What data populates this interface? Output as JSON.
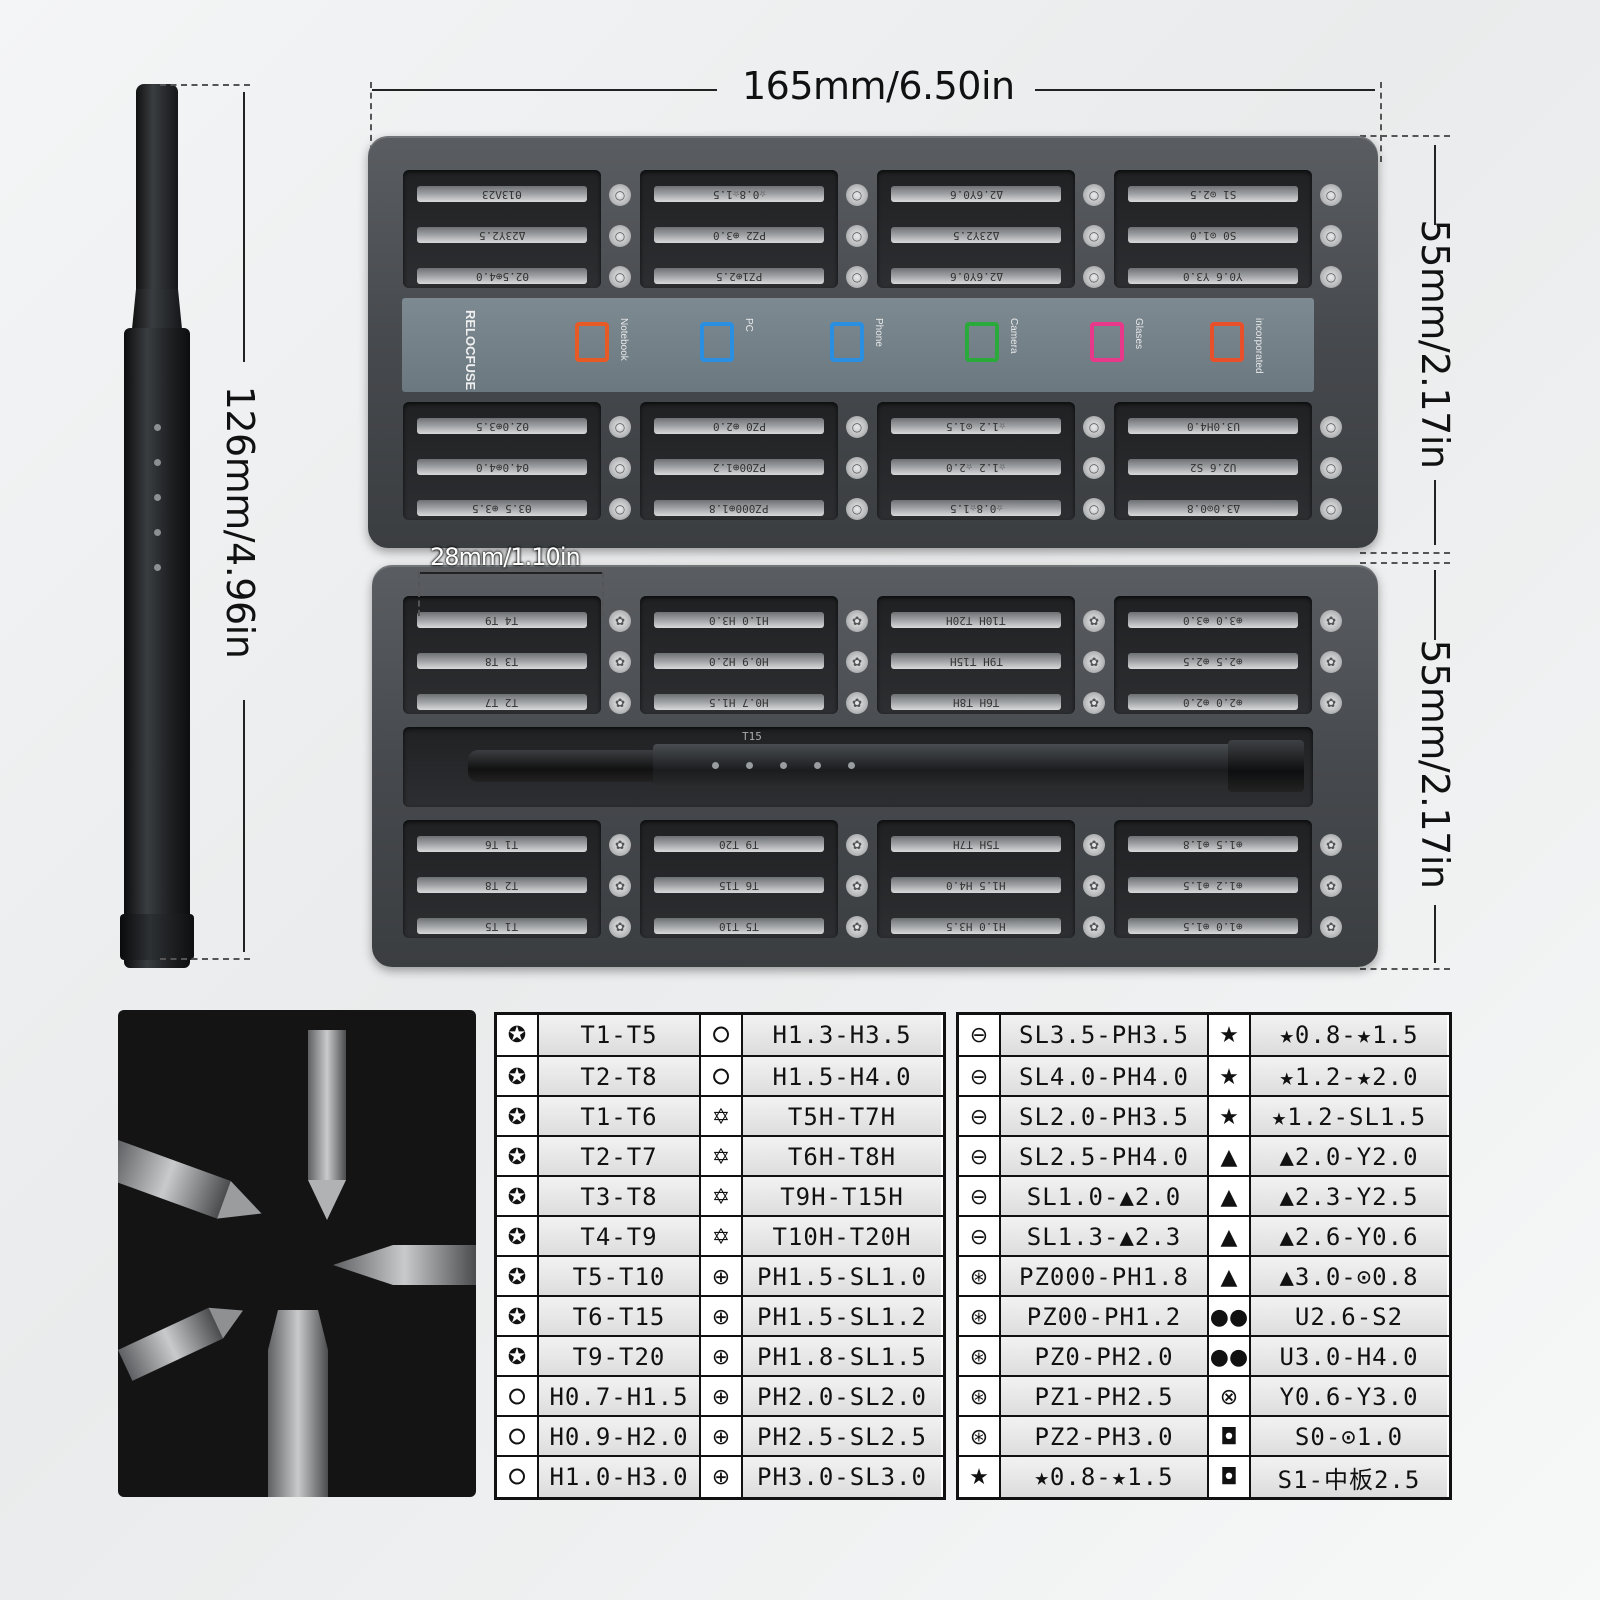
{
  "dimensions": {
    "width_label": "165mm/6.50in",
    "height_top_label": "55mm/2.17in",
    "height_bottom_label": "55mm/2.17in",
    "handle_label": "126mm/4.96in",
    "bit_length_label": "28mm/1.10in"
  },
  "case": {
    "brand_text": "RELOCFUSE",
    "device_labels": [
      "Notebook",
      "PC",
      "Phone",
      "Camera",
      "Glases",
      "incorporated"
    ],
    "device_colors": [
      "#e85a25",
      "#2a8fe0",
      "#2a8fe0",
      "#2aaa3a",
      "#e8388a",
      "#e8502a"
    ],
    "handle_bit_text": "T15",
    "top_upper_bits": [
      [
        "Θ13Λ23",
        "Δ23Y2.5",
        "Θ2.5⊕4.0"
      ],
      [
        "☆0.8☆1.5",
        "PZ2 ⊕3.0",
        "PZ1⊕2.5"
      ],
      [
        "Δ2.6Y0.6",
        "Δ23Y2.5",
        "Δ2.6Y0.6"
      ],
      [
        "S1 ⊙2.5",
        "S0 ⊙1.0",
        "Y0.6 Y3.0"
      ]
    ],
    "top_lower_bits": [
      [
        "Θ2.0⊕3.5",
        "Θ4.0⊕4.0",
        "Θ3.5 ⊕3.5"
      ],
      [
        "PZ0 ⊕2.0",
        "PZ00⊕1.2",
        "PZ000⊕1.8"
      ],
      [
        "☆1.2 ⊙1.5",
        "☆1.2 ☆2.0",
        "☆0.8☆1.5"
      ],
      [
        "U3.0H4.0",
        "U2.6 S2",
        "Δ3.0⊙0.8"
      ]
    ],
    "bottom_upper_bits": [
      [
        "T4 T9",
        "T3 T8",
        "T2 T7"
      ],
      [
        "H1.0 H3.0",
        "H0.9 H2.0",
        "H0.7 H1.5"
      ],
      [
        "T10H T20H",
        "T9H T15H",
        "T6H T8H"
      ],
      [
        "⊕3.0 ⊕3.0",
        "⊕2.5 ⊕2.5",
        "⊕2.0 ⊕2.0"
      ]
    ],
    "bottom_lower_bits": [
      [
        "T1 T6",
        "T2 T8",
        "T1 T5"
      ],
      [
        "T9 T20",
        "T6 T15",
        "T5 T10"
      ],
      [
        "T5H T7H",
        "H1.5 H4.0",
        "H1.0 H3.5"
      ],
      [
        "⊕1.5 ⊕1.8",
        "⊕1.2 ⊕1.5",
        "⊕1.0 ⊕1.5"
      ]
    ]
  },
  "spec_table_left": {
    "col1": [
      {
        "icon": "✪",
        "text": "T1-T5"
      },
      {
        "icon": "✪",
        "text": "T2-T8"
      },
      {
        "icon": "✪",
        "text": "T1-T6"
      },
      {
        "icon": "✪",
        "text": "T2-T7"
      },
      {
        "icon": "✪",
        "text": "T3-T8"
      },
      {
        "icon": "✪",
        "text": "T4-T9"
      },
      {
        "icon": "✪",
        "text": "T5-T10"
      },
      {
        "icon": "✪",
        "text": "T6-T15"
      },
      {
        "icon": "✪",
        "text": "T9-T20"
      },
      {
        "icon": "⭘",
        "text": "H0.7-H1.5"
      },
      {
        "icon": "⭘",
        "text": "H0.9-H2.0"
      },
      {
        "icon": "⭘",
        "text": "H1.0-H3.0"
      }
    ],
    "col2": [
      {
        "icon": "⭘",
        "text": "H1.3-H3.5"
      },
      {
        "icon": "⭘",
        "text": "H1.5-H4.0"
      },
      {
        "icon": "✡",
        "text": "T5H-T7H"
      },
      {
        "icon": "✡",
        "text": "T6H-T8H"
      },
      {
        "icon": "✡",
        "text": "T9H-T15H"
      },
      {
        "icon": "✡",
        "text": "T10H-T20H"
      },
      {
        "icon": "⊕",
        "text": "PH1.5-SL1.0"
      },
      {
        "icon": "⊕",
        "text": "PH1.5-SL1.2"
      },
      {
        "icon": "⊕",
        "text": "PH1.8-SL1.5"
      },
      {
        "icon": "⊕",
        "text": "PH2.0-SL2.0"
      },
      {
        "icon": "⊕",
        "text": "PH2.5-SL2.5"
      },
      {
        "icon": "⊕",
        "text": "PH3.0-SL3.0"
      }
    ]
  },
  "spec_table_right": {
    "col1": [
      {
        "icon": "⊖",
        "text": "SL3.5-PH3.5"
      },
      {
        "icon": "⊖",
        "text": "SL4.0-PH4.0"
      },
      {
        "icon": "⊖",
        "text": "SL2.0-PH3.5"
      },
      {
        "icon": "⊖",
        "text": "SL2.5-PH4.0"
      },
      {
        "icon": "⊖",
        "text": "SL1.0-▲2.0"
      },
      {
        "icon": "⊖",
        "text": "SL1.3-▲2.3"
      },
      {
        "icon": "⊛",
        "text": "PZ000-PH1.8"
      },
      {
        "icon": "⊛",
        "text": "PZ00-PH1.2"
      },
      {
        "icon": "⊛",
        "text": "PZ0-PH2.0"
      },
      {
        "icon": "⊛",
        "text": "PZ1-PH2.5"
      },
      {
        "icon": "⊛",
        "text": "PZ2-PH3.0"
      },
      {
        "icon": "★",
        "text": "★0.8-★1.5"
      }
    ],
    "col2": [
      {
        "icon": "★",
        "text": "★0.8-★1.5"
      },
      {
        "icon": "★",
        "text": "★1.2-★2.0"
      },
      {
        "icon": "★",
        "text": "★1.2-SL1.5"
      },
      {
        "icon": "▲",
        "text": "▲2.0-Y2.0"
      },
      {
        "icon": "▲",
        "text": "▲2.3-Y2.5"
      },
      {
        "icon": "▲",
        "text": "▲2.6-Y0.6"
      },
      {
        "icon": "▲",
        "text": "▲3.0-⊙0.8"
      },
      {
        "icon": "●●",
        "text": "U2.6-S2"
      },
      {
        "icon": "●●",
        "text": "U3.0-H4.0"
      },
      {
        "icon": "⊗",
        "text": "Y0.6-Y3.0"
      },
      {
        "icon": "◘",
        "text": "S0-⊙1.0"
      },
      {
        "icon": "◘",
        "text": "S1-中板2.5"
      }
    ]
  }
}
